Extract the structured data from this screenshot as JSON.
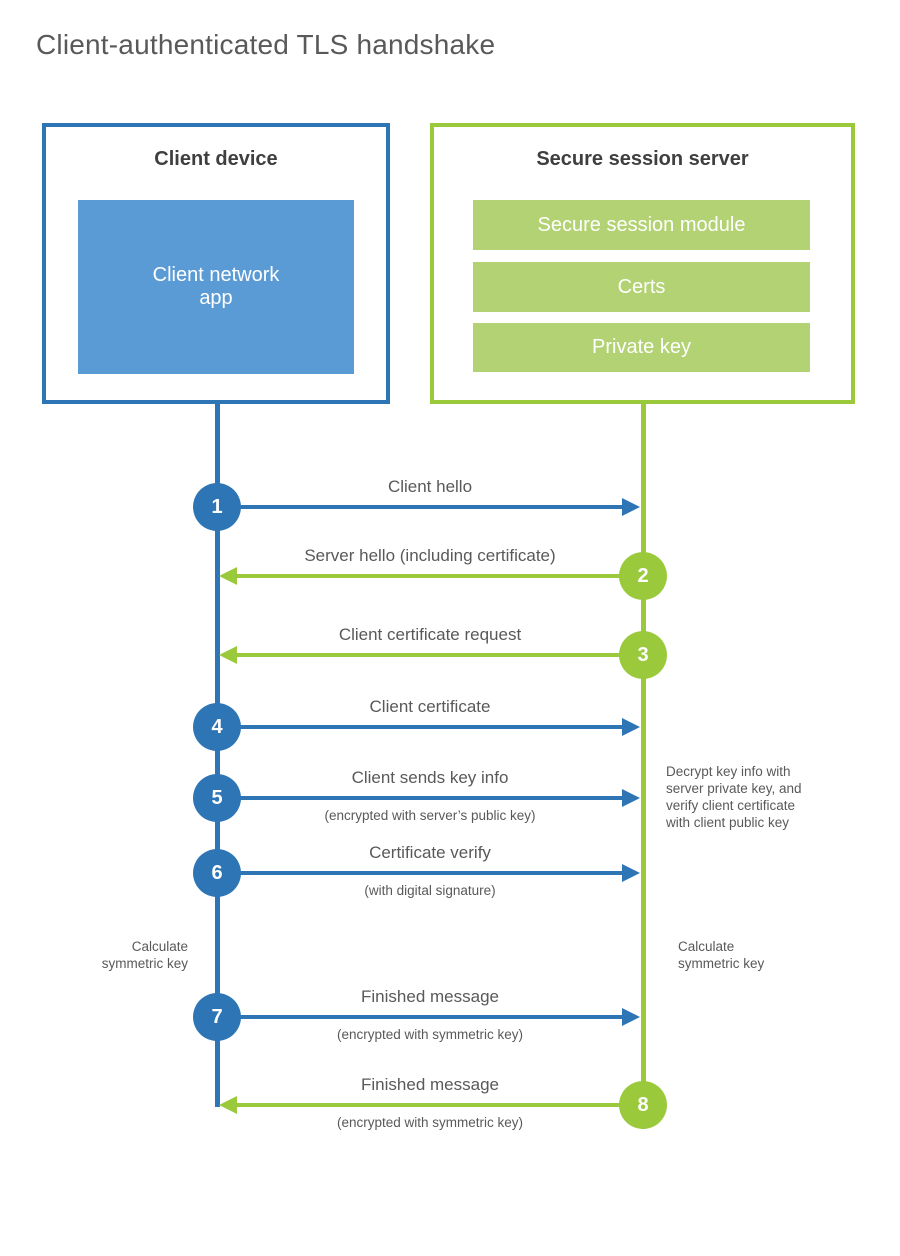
{
  "title": "Client-authenticated TLS handshake",
  "colors": {
    "blue": "#2e75b6",
    "blue_fill": "#5b9bd5",
    "green": "#9aca3c",
    "green_fill": "#b2d273",
    "text": "#595959",
    "heading": "#3f3f3f"
  },
  "client": {
    "title": "Client device",
    "app_label": "Client network\napp"
  },
  "server": {
    "title": "Secure session server",
    "modules": [
      "Secure session module",
      "Certs",
      "Private key"
    ]
  },
  "steps": [
    {
      "num": "1",
      "direction": "to-server",
      "label": "Client hello",
      "sub": ""
    },
    {
      "num": "2",
      "direction": "to-client",
      "label": "Server hello (including certificate)",
      "sub": ""
    },
    {
      "num": "3",
      "direction": "to-client",
      "label": "Client certificate request",
      "sub": ""
    },
    {
      "num": "4",
      "direction": "to-server",
      "label": "Client certificate",
      "sub": ""
    },
    {
      "num": "5",
      "direction": "to-server",
      "label": "Client sends key info",
      "sub": "(encrypted with server’s public key)"
    },
    {
      "num": "6",
      "direction": "to-server",
      "label": "Certificate verify",
      "sub": "(with digital signature)"
    },
    {
      "num": "7",
      "direction": "to-server",
      "label": "Finished message",
      "sub": "(encrypted with symmetric key)"
    },
    {
      "num": "8",
      "direction": "to-client",
      "label": "Finished message",
      "sub": "(encrypted with symmetric key)"
    }
  ],
  "notes": {
    "decrypt": "Decrypt key info with\nserver private key, and\nverify client certificate\nwith client public key",
    "calc_client": "Calculate\nsymmetric key",
    "calc_server": "Calculate\nsymmetric key"
  }
}
